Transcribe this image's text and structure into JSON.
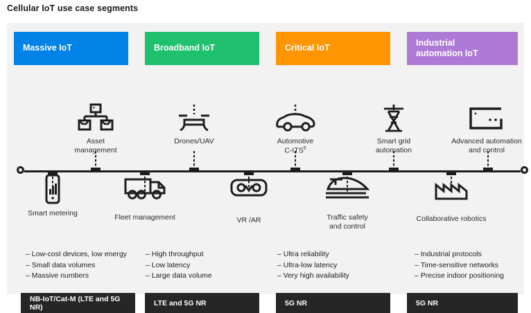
{
  "page": {
    "title": "Cellular IoT use case segments"
  },
  "colors": {
    "massive": "#0082e6",
    "broadband": "#1fc06e",
    "critical": "#ff9500",
    "industrial": "#ad7ad6",
    "panel_bg": "#f2f2f2",
    "tech_bg": "#262626",
    "line": "#1d1d1d"
  },
  "segments": [
    {
      "chip_label": "Massive IoT",
      "color": "#0082e6",
      "tech": "NB-IoT/Cat-M (LTE and 5G NR)",
      "bullets": [
        "Low-cost devices, low energy",
        "Small data volumes",
        "Massive numbers"
      ]
    },
    {
      "chip_label": "Broadband IoT",
      "color": "#1fc06e",
      "tech": "LTE and 5G NR",
      "bullets": [
        "High throughput",
        "Low latency",
        "Large data volume"
      ]
    },
    {
      "chip_label": "Critical IoT",
      "color": "#ff9500",
      "tech": "5G NR",
      "bullets": [
        "Ultra reliability",
        "Ultra-low latency",
        "Very high availability"
      ]
    },
    {
      "chip_label": "Industrial\nautomation IoT",
      "color": "#ad7ad6",
      "tech": "5G NR",
      "bullets": [
        "Industrial protocols",
        "Time-sensitive networks",
        "Precise indoor positioning"
      ]
    }
  ],
  "nodes_above": [
    {
      "label": "Asset\nmanagement",
      "icon": "network-devices-icon"
    },
    {
      "label": "Drones/UAV",
      "icon": "drone-icon"
    },
    {
      "label": "Automotive\nC-ITS",
      "footnote": "5",
      "icon": "car-icon"
    },
    {
      "label": "Smart grid\nautomation",
      "icon": "power-pylon-icon"
    },
    {
      "label": "Advanced automation\nand control",
      "icon": "automation-panel-icon"
    }
  ],
  "nodes_below": [
    {
      "label": "Smart metering",
      "icon": "smart-meter-icon"
    },
    {
      "label": "Fleet management",
      "icon": "truck-icon"
    },
    {
      "label": "VR /AR",
      "icon": "vr-headset-icon"
    },
    {
      "label": "Traffic safety\nand control",
      "icon": "train-icon"
    },
    {
      "label": "Collaborative robotics",
      "icon": "factory-icon"
    }
  ]
}
